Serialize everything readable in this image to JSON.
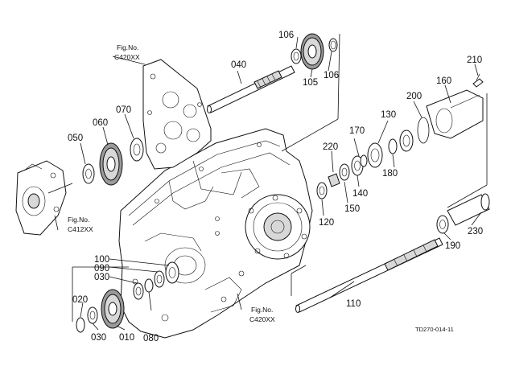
{
  "parts": {
    "p010": "010",
    "p020": "020",
    "p030a": "030",
    "p030b": "030",
    "p040": "040",
    "p050": "050",
    "p060": "060",
    "p070": "070",
    "p080": "080",
    "p090": "090",
    "p100": "100",
    "p105": "105",
    "p106a": "106",
    "p106b": "106",
    "p110": "110",
    "p120": "120",
    "p130": "130",
    "p140": "140",
    "p150": "150",
    "p160": "160",
    "p170": "170",
    "p180": "180",
    "p190": "190",
    "p200": "200",
    "p210": "210",
    "p220": "220",
    "p230": "230"
  },
  "figrefs": {
    "top": {
      "line1": "Fig.No.",
      "line2": "C420XX"
    },
    "left": {
      "line1": "Fig.No.",
      "line2": "C412XX"
    },
    "bottom": {
      "line1": "Fig.No.",
      "line2": "C420XX"
    }
  },
  "drawing_code": "TD270-014-11"
}
